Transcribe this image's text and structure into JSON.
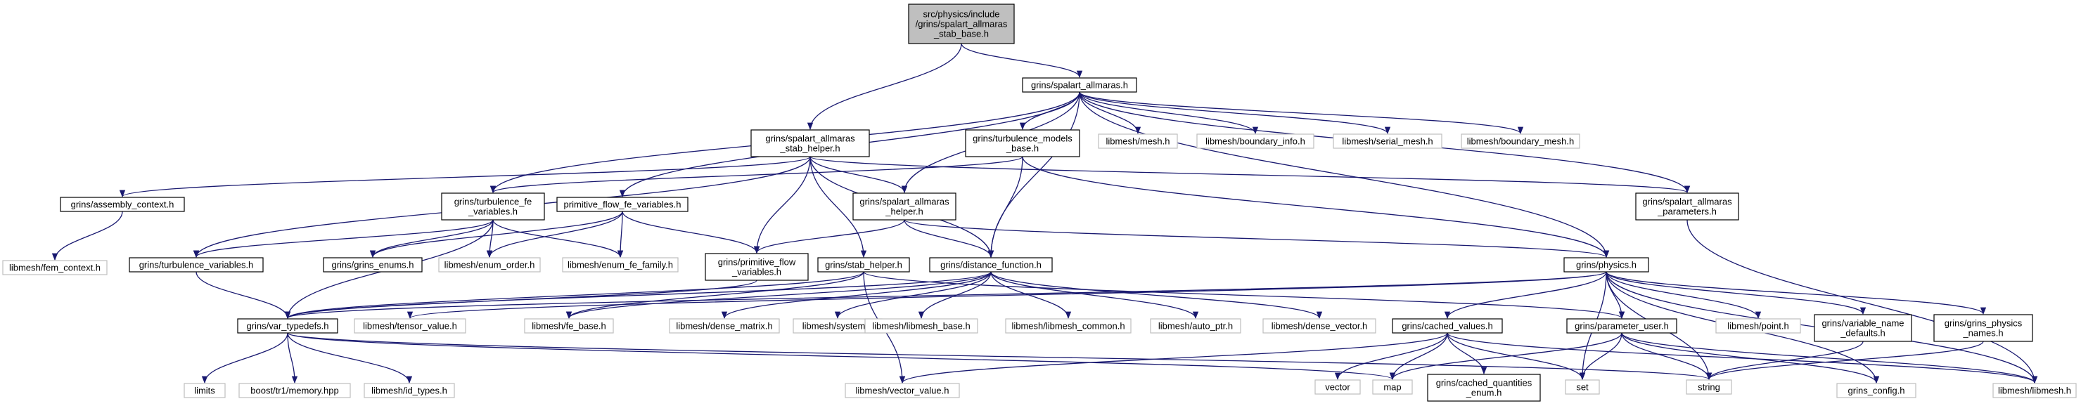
{
  "colors": {
    "edge": "#191970",
    "root_fill": "#bfbfbf",
    "documented_border": "#000000",
    "external_border": "#bfbfbf",
    "background": "#ffffff"
  },
  "nodes": [
    {
      "id": "root",
      "lines": [
        "src/physics/include",
        "/grins/spalart_allmaras",
        "_stab_base.h"
      ],
      "kind": "root"
    },
    {
      "id": "spalart",
      "lines": [
        "grins/spalart_allmaras.h"
      ],
      "kind": "doc"
    },
    {
      "id": "stabhelper_sa",
      "lines": [
        "grins/spalart_allmaras",
        "_stab_helper.h"
      ],
      "kind": "doc"
    },
    {
      "id": "turbmodels",
      "lines": [
        "grins/turbulence_models",
        "_base.h"
      ],
      "kind": "doc"
    },
    {
      "id": "mesh",
      "lines": [
        "libmesh/mesh.h"
      ],
      "kind": "ext"
    },
    {
      "id": "bndinfo",
      "lines": [
        "libmesh/boundary_info.h"
      ],
      "kind": "ext"
    },
    {
      "id": "serialmesh",
      "lines": [
        "libmesh/serial_mesh.h"
      ],
      "kind": "ext"
    },
    {
      "id": "bndmesh",
      "lines": [
        "libmesh/boundary_mesh.h"
      ],
      "kind": "ext"
    },
    {
      "id": "assembly",
      "lines": [
        "grins/assembly_context.h"
      ],
      "kind": "doc"
    },
    {
      "id": "turbfe",
      "lines": [
        "grins/turbulence_fe",
        "_variables.h"
      ],
      "kind": "doc"
    },
    {
      "id": "primflowfe",
      "lines": [
        "primitive_flow_fe_variables.h"
      ],
      "kind": "doc"
    },
    {
      "id": "sahelper",
      "lines": [
        "grins/spalart_allmaras",
        "_helper.h"
      ],
      "kind": "doc"
    },
    {
      "id": "saparams",
      "lines": [
        "grins/spalart_allmaras",
        "_parameters.h"
      ],
      "kind": "doc"
    },
    {
      "id": "femctx",
      "lines": [
        "libmesh/fem_context.h"
      ],
      "kind": "ext"
    },
    {
      "id": "turbvars",
      "lines": [
        "grins/turbulence_variables.h"
      ],
      "kind": "doc"
    },
    {
      "id": "enums",
      "lines": [
        "grins/grins_enums.h"
      ],
      "kind": "doc"
    },
    {
      "id": "enumorder",
      "lines": [
        "libmesh/enum_order.h"
      ],
      "kind": "ext"
    },
    {
      "id": "enumfefam",
      "lines": [
        "libmesh/enum_fe_family.h"
      ],
      "kind": "ext"
    },
    {
      "id": "primflow",
      "lines": [
        "grins/primitive_flow",
        "_variables.h"
      ],
      "kind": "doc"
    },
    {
      "id": "stabhelper",
      "lines": [
        "grins/stab_helper.h"
      ],
      "kind": "doc"
    },
    {
      "id": "distfn",
      "lines": [
        "grins/distance_function.h"
      ],
      "kind": "doc"
    },
    {
      "id": "physics",
      "lines": [
        "grins/physics.h"
      ],
      "kind": "doc"
    },
    {
      "id": "vartypedefs",
      "lines": [
        "grins/var_typedefs.h"
      ],
      "kind": "doc"
    },
    {
      "id": "tensorval",
      "lines": [
        "libmesh/tensor_value.h"
      ],
      "kind": "ext"
    },
    {
      "id": "febase",
      "lines": [
        "libmesh/fe_base.h"
      ],
      "kind": "ext"
    },
    {
      "id": "densematrix",
      "lines": [
        "libmesh/dense_matrix.h"
      ],
      "kind": "ext"
    },
    {
      "id": "system",
      "lines": [
        "libmesh/system.h"
      ],
      "kind": "ext"
    },
    {
      "id": "libmeshbase",
      "lines": [
        "libmesh/libmesh_base.h"
      ],
      "kind": "ext"
    },
    {
      "id": "libmeshcommon",
      "lines": [
        "libmesh/libmesh_common.h"
      ],
      "kind": "ext"
    },
    {
      "id": "autoptr",
      "lines": [
        "libmesh/auto_ptr.h"
      ],
      "kind": "ext"
    },
    {
      "id": "densevector",
      "lines": [
        "libmesh/dense_vector.h"
      ],
      "kind": "ext"
    },
    {
      "id": "cachedvals",
      "lines": [
        "grins/cached_values.h"
      ],
      "kind": "doc"
    },
    {
      "id": "paramuser",
      "lines": [
        "grins/parameter_user.h"
      ],
      "kind": "doc"
    },
    {
      "id": "point",
      "lines": [
        "libmesh/point.h"
      ],
      "kind": "ext"
    },
    {
      "id": "varnamedef",
      "lines": [
        "grins/variable_name",
        "_defaults.h"
      ],
      "kind": "doc"
    },
    {
      "id": "physnames",
      "lines": [
        "grins/grins_physics",
        "_names.h"
      ],
      "kind": "doc"
    },
    {
      "id": "limits",
      "lines": [
        "limits"
      ],
      "kind": "ext"
    },
    {
      "id": "boostmem",
      "lines": [
        "boost/tr1/memory.hpp"
      ],
      "kind": "ext"
    },
    {
      "id": "idtypes",
      "lines": [
        "libmesh/id_types.h"
      ],
      "kind": "ext"
    },
    {
      "id": "vectorval",
      "lines": [
        "libmesh/vector_value.h"
      ],
      "kind": "ext"
    },
    {
      "id": "vector",
      "lines": [
        "vector"
      ],
      "kind": "ext"
    },
    {
      "id": "map",
      "lines": [
        "map"
      ],
      "kind": "ext"
    },
    {
      "id": "cachedenum",
      "lines": [
        "grins/cached_quantities",
        "_enum.h"
      ],
      "kind": "doc"
    },
    {
      "id": "set",
      "lines": [
        "set"
      ],
      "kind": "ext"
    },
    {
      "id": "string",
      "lines": [
        "string"
      ],
      "kind": "ext"
    },
    {
      "id": "grinsconfig",
      "lines": [
        "grins_config.h"
      ],
      "kind": "ext"
    },
    {
      "id": "libmeshh",
      "lines": [
        "libmesh/libmesh.h"
      ],
      "kind": "ext"
    }
  ]
}
